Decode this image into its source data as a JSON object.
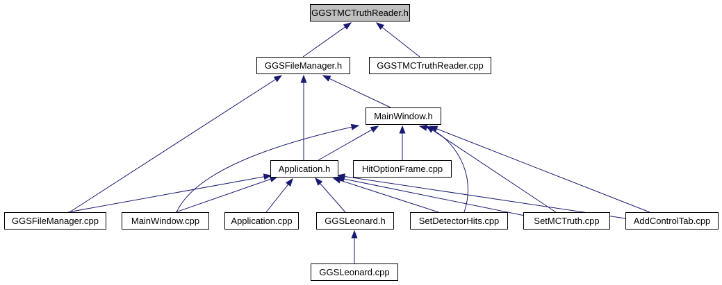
{
  "graph": {
    "edge_color": "#191970",
    "root_fill": "#bfbfbf",
    "nodes": [
      {
        "id": "n0",
        "label": "GGSTMCTruthReader.h",
        "root": true
      },
      {
        "id": "n1",
        "label": "GGSFileManager.h"
      },
      {
        "id": "n2",
        "label": "GGSTMCTruthReader.cpp"
      },
      {
        "id": "n3",
        "label": "MainWindow.h"
      },
      {
        "id": "n4",
        "label": "Application.h"
      },
      {
        "id": "n5",
        "label": "HitOptionFrame.cpp"
      },
      {
        "id": "n6",
        "label": "GGSFileManager.cpp"
      },
      {
        "id": "n7",
        "label": "MainWindow.cpp"
      },
      {
        "id": "n8",
        "label": "Application.cpp"
      },
      {
        "id": "n9",
        "label": "GGSLeonard.h"
      },
      {
        "id": "n10",
        "label": "SetDetectorHits.cpp"
      },
      {
        "id": "n11",
        "label": "SetMCTruth.cpp"
      },
      {
        "id": "n12",
        "label": "AddControlTab.cpp"
      },
      {
        "id": "n13",
        "label": "GGSLeonard.cpp"
      }
    ],
    "edges": [
      {
        "from": "n1",
        "to": "n0"
      },
      {
        "from": "n2",
        "to": "n0"
      },
      {
        "from": "n3",
        "to": "n1"
      },
      {
        "from": "n4",
        "to": "n1"
      },
      {
        "from": "n6",
        "to": "n1"
      },
      {
        "from": "n4",
        "to": "n3"
      },
      {
        "from": "n5",
        "to": "n3"
      },
      {
        "from": "n7",
        "to": "n3"
      },
      {
        "from": "n10",
        "to": "n3"
      },
      {
        "from": "n11",
        "to": "n3"
      },
      {
        "from": "n12",
        "to": "n3"
      },
      {
        "from": "n6",
        "to": "n4"
      },
      {
        "from": "n7",
        "to": "n4"
      },
      {
        "from": "n8",
        "to": "n4"
      },
      {
        "from": "n9",
        "to": "n4"
      },
      {
        "from": "n10",
        "to": "n4"
      },
      {
        "from": "n11",
        "to": "n4"
      },
      {
        "from": "n12",
        "to": "n4"
      },
      {
        "from": "n13",
        "to": "n9"
      }
    ]
  }
}
